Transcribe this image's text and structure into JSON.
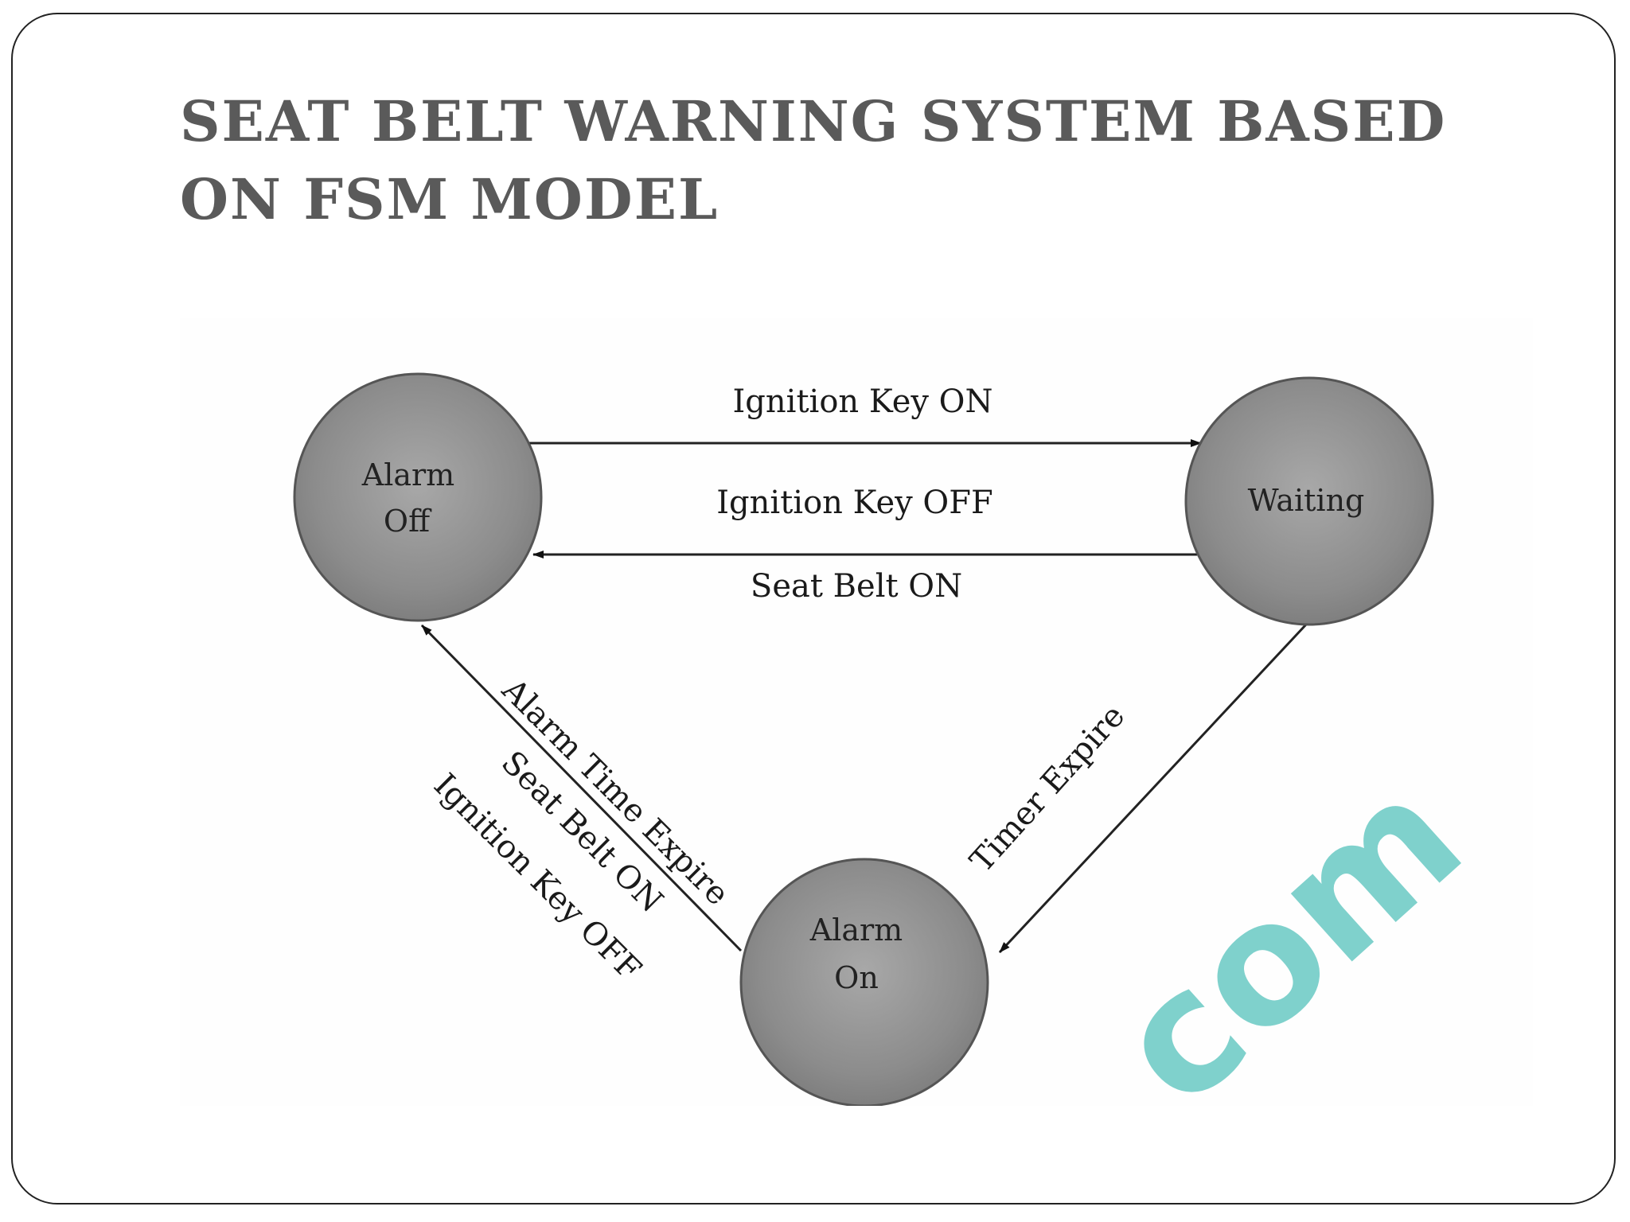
{
  "slide": {
    "title": "Seat Belt Warning System based on FSM Model"
  },
  "diagram": {
    "states": [
      {
        "id": "alarm_off",
        "line1": "Alarm",
        "line2": "Off"
      },
      {
        "id": "waiting",
        "line1": "Waiting",
        "line2": ""
      },
      {
        "id": "alarm_on",
        "line1": "Alarm",
        "line2": "On"
      }
    ],
    "transitions": [
      {
        "from": "alarm_off",
        "to": "waiting",
        "labels": [
          "Ignition Key ON"
        ]
      },
      {
        "from": "waiting",
        "to": "alarm_off",
        "labels": [
          "Ignition Key OFF",
          "Seat Belt ON"
        ]
      },
      {
        "from": "waiting",
        "to": "alarm_on",
        "labels": [
          "Timer Expire"
        ]
      },
      {
        "from": "alarm_on",
        "to": "alarm_off",
        "labels": [
          "Alarm Time Expire",
          "Seat Belt ON",
          "Ignition Key OFF"
        ]
      }
    ],
    "watermark": "com",
    "state_fill": "#8a8a8a",
    "watermark_color": "#7fd1cc"
  }
}
